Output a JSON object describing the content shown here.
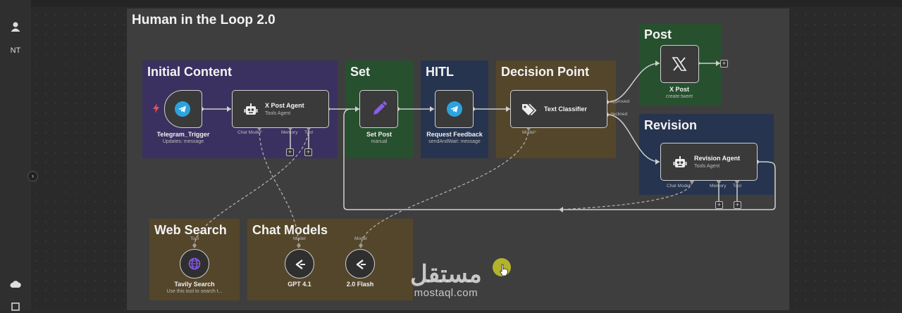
{
  "sidebar": {
    "user_initials": "NT"
  },
  "workflow": {
    "title": "Human in the Loop 2.0"
  },
  "groups": {
    "initial": "Initial Content",
    "set": "Set",
    "hitl": "HITL",
    "decision": "Decision Point",
    "post": "Post",
    "revision": "Revision",
    "web_search": "Web Search",
    "chat_models": "Chat Models"
  },
  "nodes": {
    "telegram_trigger": {
      "title": "Telegram_Trigger",
      "subtitle": "Updates: message"
    },
    "x_post_agent": {
      "title": "X Post Agent",
      "subtitle": "Tools Agent",
      "ports": [
        "Chat Model",
        "Memory",
        "Tool"
      ]
    },
    "set_post": {
      "title": "Set Post",
      "subtitle": "manual"
    },
    "request_feedback": {
      "title": "Request Feedback",
      "subtitle": "sendAndWait: message"
    },
    "text_classifier": {
      "title": "Text Classifier",
      "port": "Model",
      "outputs": [
        "approved",
        "declined"
      ]
    },
    "x_post": {
      "title": "X Post",
      "subtitle": "create:tweet"
    },
    "revision_agent": {
      "title": "Revision Agent",
      "subtitle": "Tools Agent",
      "ports": [
        "Chat Model",
        "Memory",
        "Tool"
      ]
    },
    "tavily": {
      "title": "Tavily Search",
      "subtitle": "Use this tool to search t...",
      "port": "Tool"
    },
    "gpt41": {
      "title": "GPT 4.1",
      "port": "Model"
    },
    "flash": {
      "title": "2.0 Flash",
      "port": "Model"
    }
  },
  "required_mark": "*",
  "plus_label": "+",
  "watermark": {
    "arabic": "مستقل",
    "latin": "mostaql.com"
  },
  "colors": {
    "initial": "#3a3160",
    "set": "#27502f",
    "hitl": "#26344f",
    "decision": "#54462a",
    "post": "#27502f",
    "revision": "#26344f",
    "web_search": "#54462a",
    "chat_models": "#54462a",
    "telegram": "#2aa3df",
    "set_icon": "#8a5cf0"
  },
  "icons": {
    "user": "user-icon",
    "cloud": "cloud-icon",
    "telegram": "telegram-icon",
    "robot": "robot-icon",
    "pencil": "pencil-icon",
    "tag": "tag-icon",
    "x_logo": "x-logo-icon",
    "globe": "globe-icon",
    "model": "model-icon",
    "bolt": "lightning-icon"
  }
}
